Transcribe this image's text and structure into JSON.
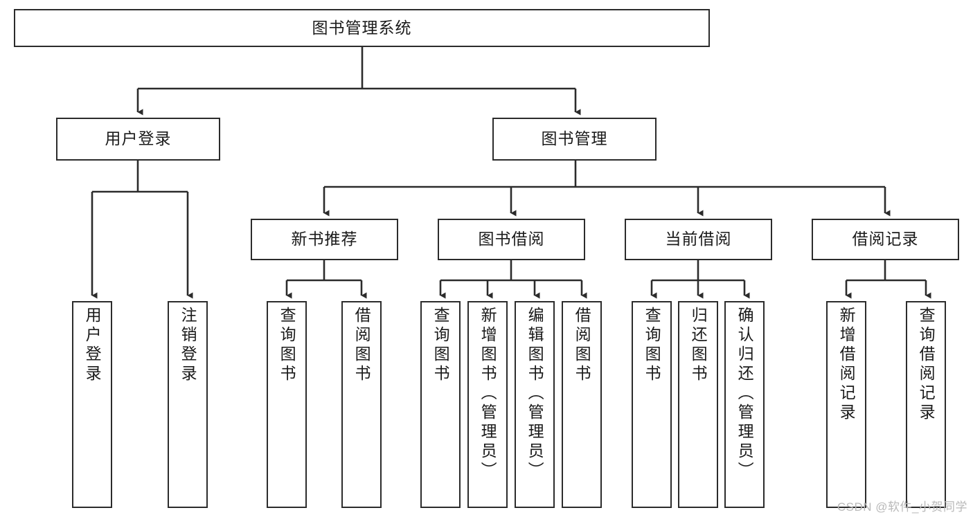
{
  "diagram": {
    "type": "tree-hierarchy-chart",
    "title": "图书管理系统",
    "root": {
      "id": "root",
      "label": "图书管理系统"
    },
    "level2": [
      {
        "id": "user-login",
        "label": "用户登录"
      },
      {
        "id": "book-manage",
        "label": "图书管理"
      }
    ],
    "level3": [
      {
        "id": "new-book-recommend",
        "label": "新书推荐"
      },
      {
        "id": "book-borrow",
        "label": "图书借阅"
      },
      {
        "id": "current-borrow",
        "label": "当前借阅"
      },
      {
        "id": "borrow-record",
        "label": "借阅记录"
      }
    ],
    "leaves": {
      "user_login": [
        {
          "id": "leaf-user-login",
          "label": "用户登录"
        },
        {
          "id": "leaf-logout-login",
          "label": "注销登录"
        }
      ],
      "new_book_recommend": [
        {
          "id": "leaf-query-book-1",
          "label": "查询图书"
        },
        {
          "id": "leaf-borrow-book-1",
          "label": "借阅图书"
        }
      ],
      "book_borrow": [
        {
          "id": "leaf-query-book-2",
          "label": "查询图书"
        },
        {
          "id": "leaf-add-book",
          "label": "新增图书（管理员）"
        },
        {
          "id": "leaf-edit-book",
          "label": "编辑图书（管理员）"
        },
        {
          "id": "leaf-borrow-book-2",
          "label": "借阅图书"
        }
      ],
      "current_borrow": [
        {
          "id": "leaf-query-book-3",
          "label": "查询图书"
        },
        {
          "id": "leaf-return-book",
          "label": "归还图书"
        },
        {
          "id": "leaf-confirm-return",
          "label": "确认归还（管理员）"
        }
      ],
      "borrow_record": [
        {
          "id": "leaf-add-record",
          "label": "新增借阅记录"
        },
        {
          "id": "leaf-query-record",
          "label": "查询借阅记录"
        }
      ]
    },
    "colors": {
      "line": "#2b2b2b",
      "box_fill": "#ffffff",
      "text": "#1a1a1a",
      "watermark": "#b9b9b9"
    }
  },
  "watermark": {
    "text": "CSDN @软件_小贺同学"
  }
}
